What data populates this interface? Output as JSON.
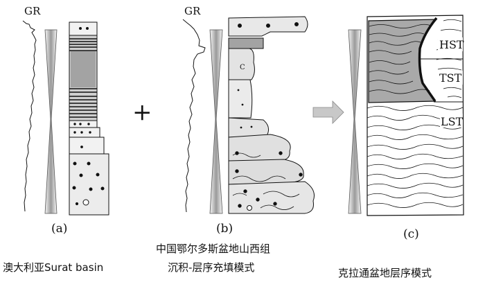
{
  "gr_label": "GR",
  "plus_sign": "+",
  "panels": [
    {
      "letter": "(a)",
      "caption_lines": [
        "澳大利亚Surat basin"
      ]
    },
    {
      "letter": "(b)",
      "caption_lines": [
        "中国鄂尔多斯盆地山西组",
        "沉积-层序充填模式"
      ]
    },
    {
      "letter": "(c)",
      "caption_lines": [
        "克拉通盆地层序模式"
      ]
    }
  ],
  "sequence_tracts": [
    "HST",
    "TST",
    "LST"
  ],
  "small_mark": "C",
  "colors": {
    "ink": "#111111",
    "grey_fill": "#a9a9a9",
    "light_fill": "#e6e6e6",
    "arrow_fill": "#c8c8c8"
  }
}
